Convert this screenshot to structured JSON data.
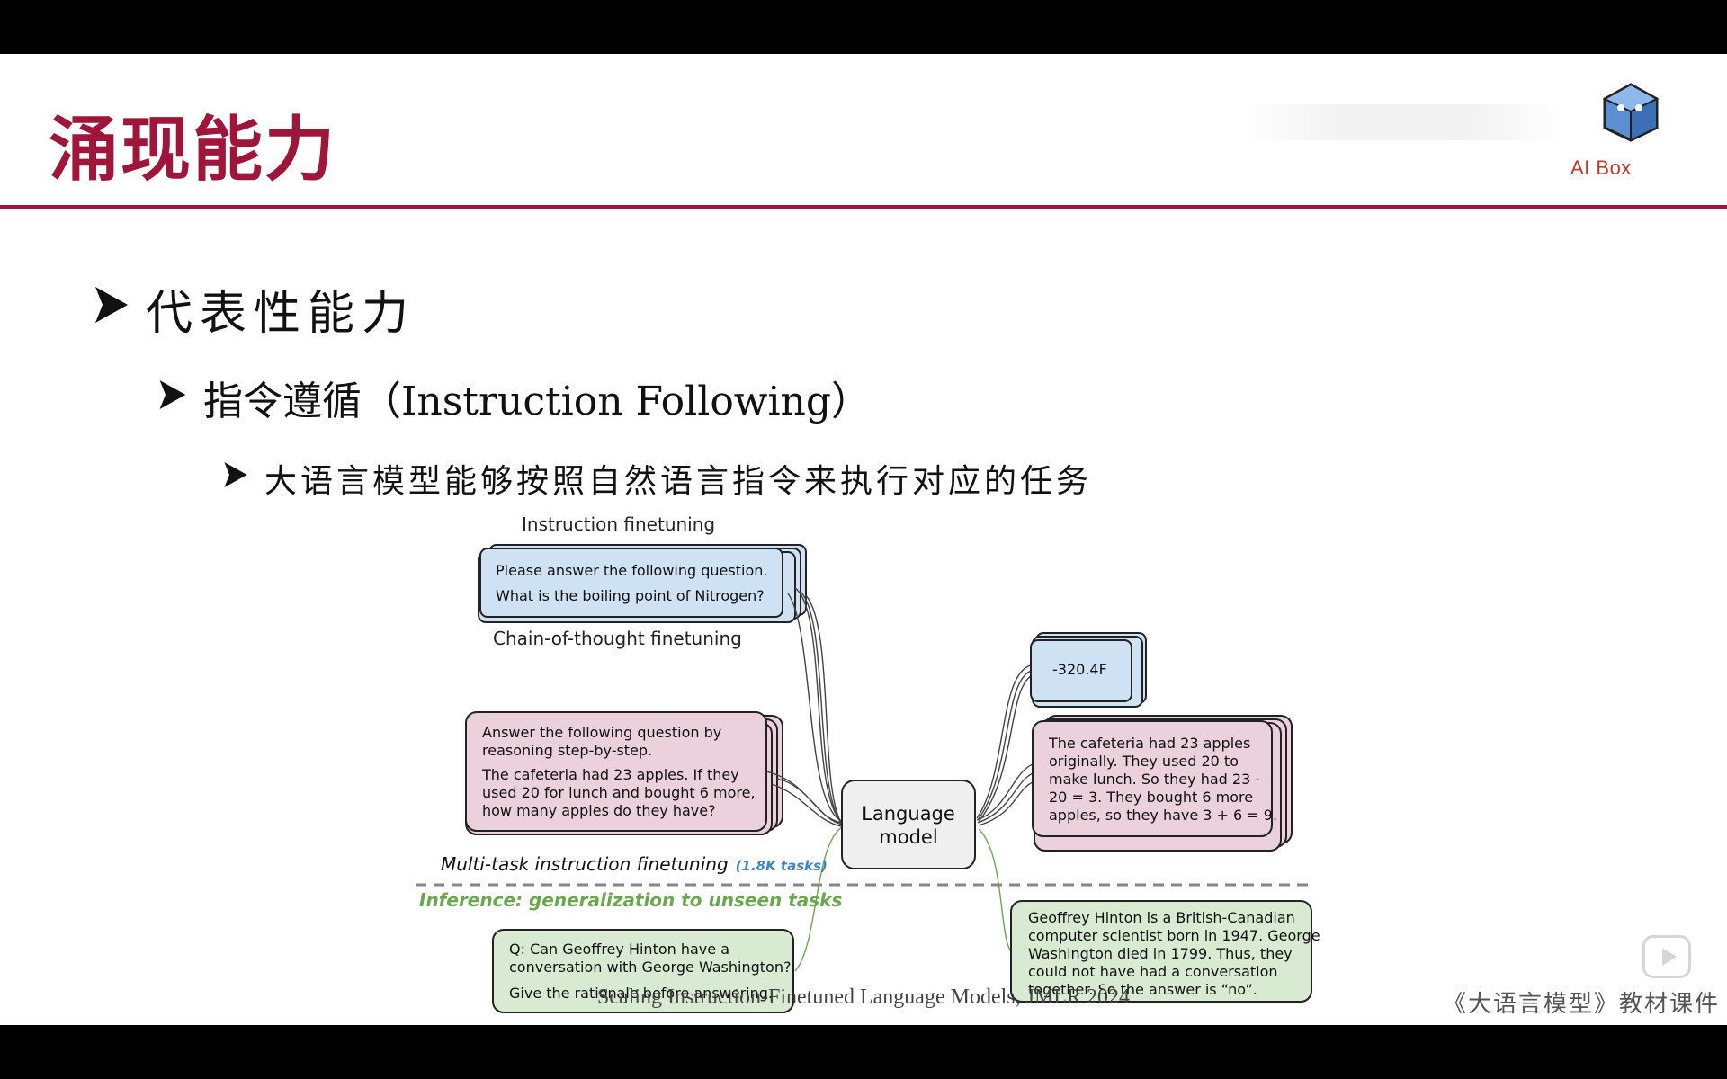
{
  "slide": {
    "title": "涌现能力",
    "logo_text": "AI Box",
    "bullets": {
      "level1": "代表性能力",
      "level2": "指令遵循（Instruction Following）",
      "level3": "大语言模型能够按照自然语言指令来执行对应的任务"
    },
    "figure": {
      "instruction_header": "Instruction finetuning",
      "instruction_box": [
        "Please answer the following question.",
        "What is the boiling point of Nitrogen?"
      ],
      "cot_header": "Chain-of-thought finetuning",
      "cot_box": [
        "Answer the following question by",
        "reasoning step-by-step.",
        "The cafeteria had 23 apples. If they",
        "used 20 for lunch and bought 6 more,",
        "how many apples do they have?"
      ],
      "model_label": [
        "Language",
        "model"
      ],
      "answer_short": "-320.4F",
      "answer_cot": [
        "The cafeteria had 23 apples",
        "originally. They used 20 to",
        "make lunch. So they had 23 -",
        "20 = 3. They bought 6 more",
        "apples, so they have 3 + 6 = 9."
      ],
      "multitask_label": "Multi-task instruction finetuning",
      "multitask_count": "(1.8K tasks)",
      "inference_label": "Inference: generalization to unseen tasks",
      "inference_question": [
        "Q: Can Geoffrey Hinton have a",
        "conversation with George Washington?",
        "Give the rationale before answering."
      ],
      "inference_answer": [
        "Geoffrey Hinton is a British-Canadian",
        "computer scientist born in 1947. George",
        "Washington died in 1799. Thus, they",
        "could not have had a conversation",
        "together. So the answer is “no”."
      ]
    },
    "citation": "Scaling Instruction-Finetuned Language Models, JMLR 2024",
    "course_label": "《大语言模型》教材课件"
  },
  "colors": {
    "accent": "#a0163a",
    "blue_box": "#cfe2f3",
    "pink_box": "#ead1dc",
    "green_box": "#d9ead3",
    "green_text": "#6aa84f",
    "blue_text": "#3d85c6"
  }
}
